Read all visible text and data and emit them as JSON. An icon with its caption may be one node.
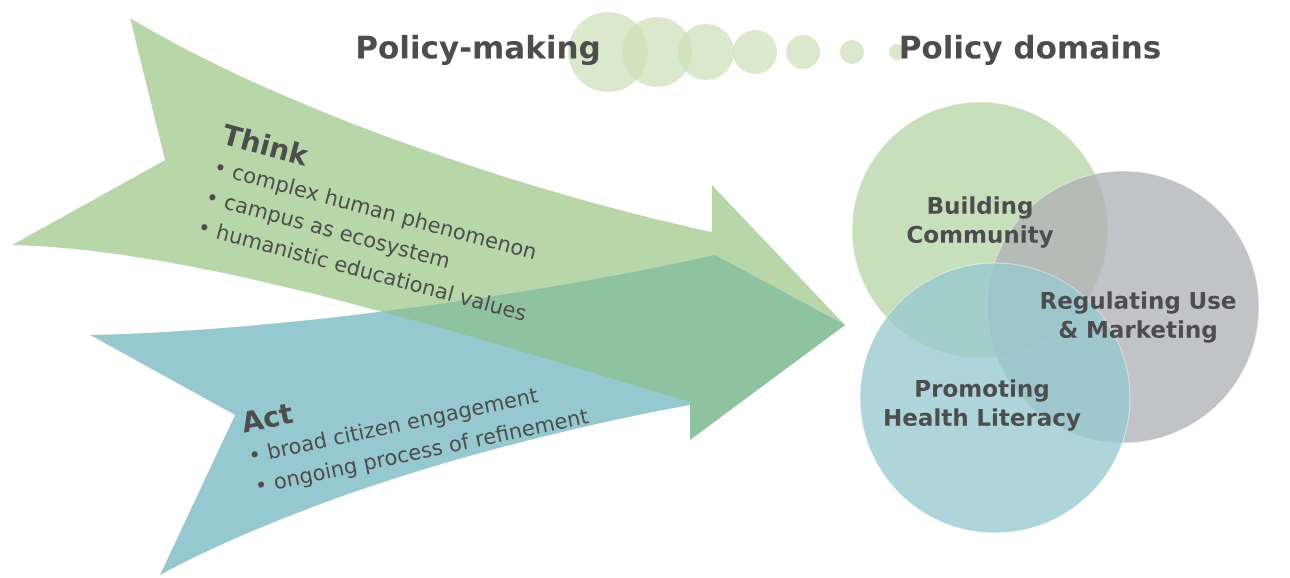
{
  "diagram": {
    "nodes": [
      {
        "text": [
          "Think",
          "• complex human phenomenon",
          "• campus as ecosystem",
          "• humanistic educational values"
        ]
      },
      {
        "text": [
          "Act",
          "• broad citizen engagement",
          "• ongoing process of refinement"
        ]
      },
      {
        "text": [
          "Building Community"
        ]
      },
      {
        "text": [
          "Regulating Use & Marketing"
        ]
      },
      {
        "text": [
          "Promoting Health Literacy"
        ]
      }
    ],
    "labels": [
      "Policy-making",
      "Policy domains"
    ]
  }
}
